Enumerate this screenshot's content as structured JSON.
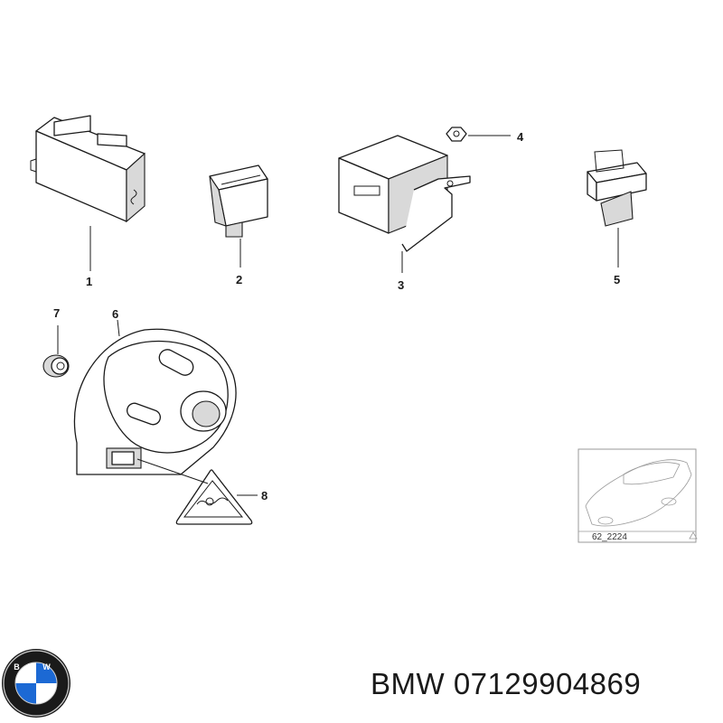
{
  "callouts": {
    "c1": "1",
    "c2": "2",
    "c3": "3",
    "c4": "4",
    "c5": "5",
    "c6": "6",
    "c7": "7",
    "c8": "8"
  },
  "reference_thumbnail": {
    "code": "62_2224"
  },
  "logo": {
    "text": "BMW",
    "colors": {
      "blue": "#1c69d4",
      "ring": "#1a1a1a",
      "white": "#ffffff"
    }
  },
  "caption": {
    "brand": "BMW",
    "part_number": "07129904869"
  }
}
